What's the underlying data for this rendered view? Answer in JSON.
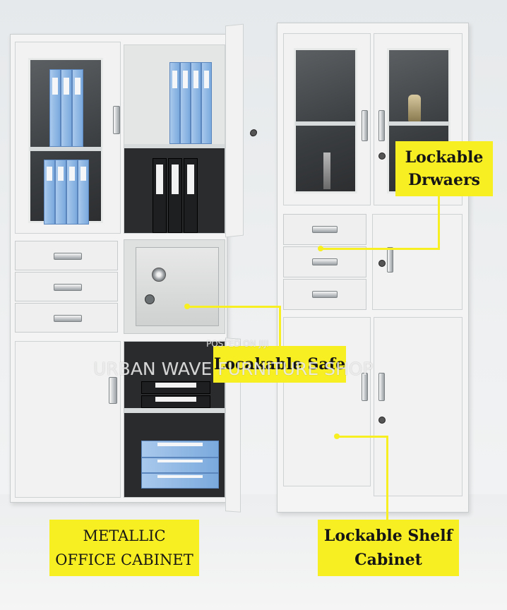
{
  "labels": {
    "lockable_drawers": "Lockable\nDrwaers",
    "lockable_safe": "Locakable Safe",
    "metallic_office_cabinet": "METALLIC\nOFFICE CABINET",
    "lockable_shelf_cabinet": "Lockable Shelf\nCabinet"
  },
  "watermark": {
    "posted_on": "POSTED ON JIJI",
    "shop_name": "URBAN WAVE FURNITURE SHOP"
  },
  "colors": {
    "label_background": "#f8ef22",
    "label_text": "#161616",
    "cabinet_body": "#f3f4f3",
    "binder_blue": "#7aa9dd",
    "binder_black": "#1e1f21"
  }
}
